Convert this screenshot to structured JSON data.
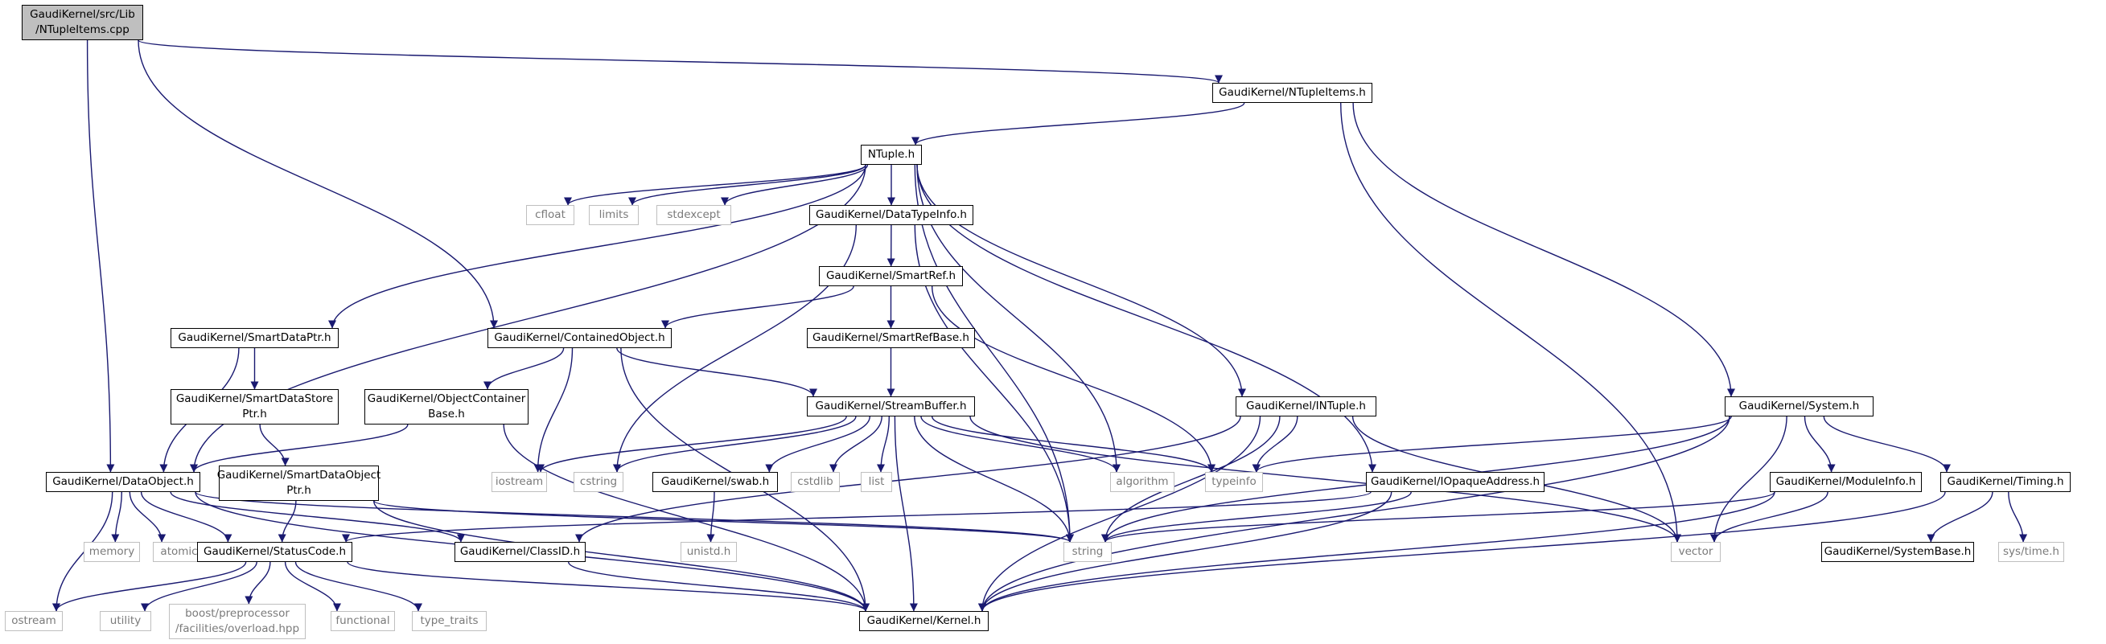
{
  "colors": {
    "edge": "#191970",
    "node_border": "#000000",
    "external_border": "#bfbfbf",
    "external_text": "#7a7a7a",
    "root_fill": "#bfbfbf"
  },
  "nodes": [
    {
      "id": "root",
      "kind": "root",
      "lines": [
        "GaudiKernel/src/Lib",
        "/NTupleItems.cpp"
      ]
    },
    {
      "id": "ntupleitems",
      "kind": "file",
      "lines": [
        "GaudiKernel/NTupleItems.h"
      ]
    },
    {
      "id": "ntuple",
      "kind": "file",
      "lines": [
        "NTuple.h"
      ]
    },
    {
      "id": "cfloat",
      "kind": "ext",
      "lines": [
        "cfloat"
      ]
    },
    {
      "id": "limits",
      "kind": "ext",
      "lines": [
        "limits"
      ]
    },
    {
      "id": "stdexcept",
      "kind": "ext",
      "lines": [
        "stdexcept"
      ]
    },
    {
      "id": "datatypeinfo",
      "kind": "file",
      "lines": [
        "GaudiKernel/DataTypeInfo.h"
      ]
    },
    {
      "id": "smartref",
      "kind": "file",
      "lines": [
        "GaudiKernel/SmartRef.h"
      ]
    },
    {
      "id": "smartdataptr",
      "kind": "file",
      "lines": [
        "GaudiKernel/SmartDataPtr.h"
      ]
    },
    {
      "id": "containedobject",
      "kind": "file",
      "lines": [
        "GaudiKernel/ContainedObject.h"
      ]
    },
    {
      "id": "smartrefbase",
      "kind": "file",
      "lines": [
        "GaudiKernel/SmartRefBase.h"
      ]
    },
    {
      "id": "smartdatastoreptr",
      "kind": "file",
      "lines": [
        "GaudiKernel/SmartDataStore",
        "Ptr.h"
      ]
    },
    {
      "id": "objectcontainerbase",
      "kind": "file",
      "lines": [
        "GaudiKernel/ObjectContainer",
        "Base.h"
      ]
    },
    {
      "id": "streambuffer",
      "kind": "file",
      "lines": [
        "GaudiKernel/StreamBuffer.h"
      ]
    },
    {
      "id": "intuple",
      "kind": "file",
      "lines": [
        "GaudiKernel/INTuple.h"
      ]
    },
    {
      "id": "system",
      "kind": "file",
      "lines": [
        "GaudiKernel/System.h"
      ]
    },
    {
      "id": "dataobject",
      "kind": "file",
      "lines": [
        "GaudiKernel/DataObject.h"
      ]
    },
    {
      "id": "smartdataobjectptr",
      "kind": "file",
      "lines": [
        "GaudiKernel/SmartDataObject",
        "Ptr.h"
      ]
    },
    {
      "id": "iostream",
      "kind": "ext",
      "lines": [
        "iostream"
      ]
    },
    {
      "id": "cstring",
      "kind": "ext",
      "lines": [
        "cstring"
      ]
    },
    {
      "id": "swab",
      "kind": "file",
      "lines": [
        "GaudiKernel/swab.h"
      ]
    },
    {
      "id": "cstdlib",
      "kind": "ext",
      "lines": [
        "cstdlib"
      ]
    },
    {
      "id": "list",
      "kind": "ext",
      "lines": [
        "list"
      ]
    },
    {
      "id": "algorithm",
      "kind": "ext",
      "lines": [
        "algorithm"
      ]
    },
    {
      "id": "typeinfo",
      "kind": "ext",
      "lines": [
        "typeinfo"
      ]
    },
    {
      "id": "iopaqueaddress",
      "kind": "file",
      "lines": [
        "GaudiKernel/IOpaqueAddress.h"
      ]
    },
    {
      "id": "moduleinfo",
      "kind": "file",
      "lines": [
        "GaudiKernel/ModuleInfo.h"
      ]
    },
    {
      "id": "timing",
      "kind": "file",
      "lines": [
        "GaudiKernel/Timing.h"
      ]
    },
    {
      "id": "memory",
      "kind": "ext",
      "lines": [
        "memory"
      ]
    },
    {
      "id": "atomic",
      "kind": "ext",
      "lines": [
        "atomic"
      ]
    },
    {
      "id": "statuscode",
      "kind": "file",
      "lines": [
        "GaudiKernel/StatusCode.h"
      ]
    },
    {
      "id": "classid",
      "kind": "file",
      "lines": [
        "GaudiKernel/ClassID.h"
      ]
    },
    {
      "id": "unistd",
      "kind": "ext",
      "lines": [
        "unistd.h"
      ]
    },
    {
      "id": "string",
      "kind": "ext",
      "lines": [
        "string"
      ]
    },
    {
      "id": "vector",
      "kind": "ext",
      "lines": [
        "vector"
      ]
    },
    {
      "id": "systembase",
      "kind": "file",
      "lines": [
        "GaudiKernel/SystemBase.h"
      ]
    },
    {
      "id": "systime",
      "kind": "ext",
      "lines": [
        "sys/time.h"
      ]
    },
    {
      "id": "ostream",
      "kind": "ext",
      "lines": [
        "ostream"
      ]
    },
    {
      "id": "utility",
      "kind": "ext",
      "lines": [
        "utility"
      ]
    },
    {
      "id": "overload",
      "kind": "ext",
      "lines": [
        "boost/preprocessor",
        "/facilities/overload.hpp"
      ]
    },
    {
      "id": "functional",
      "kind": "ext",
      "lines": [
        "functional"
      ]
    },
    {
      "id": "type_traits",
      "kind": "ext",
      "lines": [
        "type_traits"
      ]
    },
    {
      "id": "kernel",
      "kind": "file",
      "lines": [
        "GaudiKernel/Kernel.h"
      ]
    }
  ],
  "edges": [
    [
      "root",
      "ntupleitems"
    ],
    [
      "root",
      "dataobject"
    ],
    [
      "root",
      "containedobject"
    ],
    [
      "ntupleitems",
      "ntuple"
    ],
    [
      "ntupleitems",
      "vector"
    ],
    [
      "ntupleitems",
      "system"
    ],
    [
      "ntuple",
      "cfloat"
    ],
    [
      "ntuple",
      "limits"
    ],
    [
      "ntuple",
      "stdexcept"
    ],
    [
      "ntuple",
      "datatypeinfo"
    ],
    [
      "ntuple",
      "smartdataptr"
    ],
    [
      "ntuple",
      "dataobject"
    ],
    [
      "ntuple",
      "string"
    ],
    [
      "ntuple",
      "algorithm"
    ],
    [
      "ntuple",
      "intuple"
    ],
    [
      "ntuple",
      "iopaqueaddress"
    ],
    [
      "datatypeinfo",
      "smartref"
    ],
    [
      "datatypeinfo",
      "cstring"
    ],
    [
      "datatypeinfo",
      "string"
    ],
    [
      "smartref",
      "containedobject"
    ],
    [
      "smartref",
      "smartrefbase"
    ],
    [
      "smartref",
      "typeinfo"
    ],
    [
      "smartrefbase",
      "streambuffer"
    ],
    [
      "smartdataptr",
      "smartdatastoreptr"
    ],
    [
      "smartdataptr",
      "dataobject"
    ],
    [
      "smartdatastoreptr",
      "smartdataobjectptr"
    ],
    [
      "smartdataobjectptr",
      "statuscode"
    ],
    [
      "smartdataobjectptr",
      "string"
    ],
    [
      "smartdataobjectptr",
      "kernel"
    ],
    [
      "containedobject",
      "objectcontainerbase"
    ],
    [
      "containedobject",
      "streambuffer"
    ],
    [
      "containedobject",
      "iostream"
    ],
    [
      "containedobject",
      "kernel"
    ],
    [
      "objectcontainerbase",
      "dataobject"
    ],
    [
      "objectcontainerbase",
      "kernel"
    ],
    [
      "streambuffer",
      "iostream"
    ],
    [
      "streambuffer",
      "cstring"
    ],
    [
      "streambuffer",
      "swab"
    ],
    [
      "streambuffer",
      "cstdlib"
    ],
    [
      "streambuffer",
      "list"
    ],
    [
      "streambuffer",
      "algorithm"
    ],
    [
      "streambuffer",
      "typeinfo"
    ],
    [
      "streambuffer",
      "string"
    ],
    [
      "streambuffer",
      "vector"
    ],
    [
      "streambuffer",
      "kernel"
    ],
    [
      "swab",
      "unistd"
    ],
    [
      "intuple",
      "typeinfo"
    ],
    [
      "intuple",
      "string"
    ],
    [
      "intuple",
      "vector"
    ],
    [
      "intuple",
      "classid"
    ],
    [
      "intuple",
      "kernel"
    ],
    [
      "iopaqueaddress",
      "statuscode"
    ],
    [
      "iopaqueaddress",
      "string"
    ],
    [
      "iopaqueaddress",
      "kernel"
    ],
    [
      "system",
      "typeinfo"
    ],
    [
      "system",
      "string"
    ],
    [
      "system",
      "vector"
    ],
    [
      "system",
      "moduleinfo"
    ],
    [
      "system",
      "timing"
    ],
    [
      "system",
      "kernel"
    ],
    [
      "moduleinfo",
      "string"
    ],
    [
      "moduleinfo",
      "vector"
    ],
    [
      "moduleinfo",
      "kernel"
    ],
    [
      "timing",
      "systembase"
    ],
    [
      "timing",
      "systime"
    ],
    [
      "timing",
      "kernel"
    ],
    [
      "dataobject",
      "ostream"
    ],
    [
      "dataobject",
      "memory"
    ],
    [
      "dataobject",
      "atomic"
    ],
    [
      "dataobject",
      "statuscode"
    ],
    [
      "dataobject",
      "classid"
    ],
    [
      "dataobject",
      "string"
    ],
    [
      "dataobject",
      "kernel"
    ],
    [
      "statuscode",
      "ostream"
    ],
    [
      "statuscode",
      "utility"
    ],
    [
      "statuscode",
      "overload"
    ],
    [
      "statuscode",
      "functional"
    ],
    [
      "statuscode",
      "type_traits"
    ],
    [
      "statuscode",
      "kernel"
    ],
    [
      "classid",
      "kernel"
    ]
  ]
}
